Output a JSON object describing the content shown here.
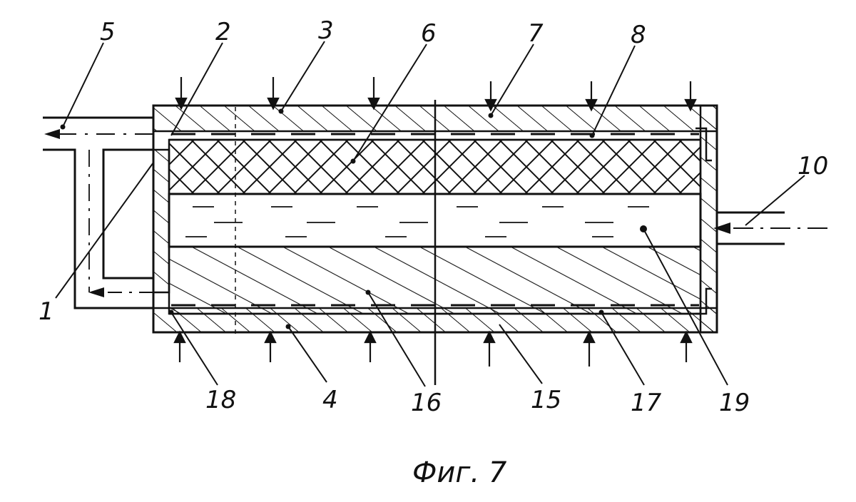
{
  "caption": "Фиг. 7",
  "labels": {
    "n1": "1",
    "n2": "2",
    "n3": "3",
    "n4": "4",
    "n5": "5",
    "n6": "6",
    "n7": "7",
    "n8": "8",
    "n10": "10",
    "n15": "15",
    "n16": "16",
    "n17": "17",
    "n18": "18",
    "n19": "19"
  },
  "colors": {
    "ink": "#111111",
    "paper": "#ffffff"
  }
}
